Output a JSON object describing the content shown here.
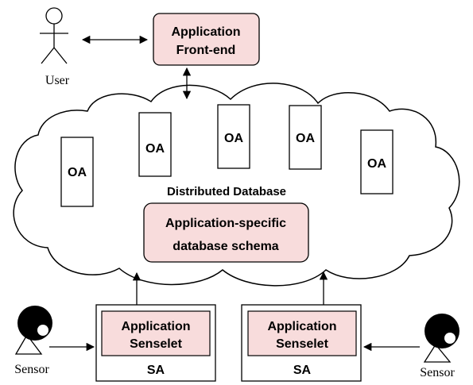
{
  "user": {
    "label": "User"
  },
  "front_end": {
    "line1": "Application",
    "line2": "Front-end"
  },
  "cloud": {
    "label": "Distributed Database"
  },
  "schema": {
    "line1": "Application-specific",
    "line2": "database schema"
  },
  "oa_boxes": [
    {
      "label": "OA"
    },
    {
      "label": "OA"
    },
    {
      "label": "OA"
    },
    {
      "label": "OA"
    },
    {
      "label": "OA"
    }
  ],
  "sa_left": {
    "line1": "Application",
    "line2": "Senselet",
    "label": "SA"
  },
  "sa_right": {
    "line1": "Application",
    "line2": "Senselet",
    "label": "SA"
  },
  "sensor_left": {
    "label": "Sensor"
  },
  "sensor_right": {
    "label": "Sensor"
  },
  "colors": {
    "highlight_fill": "#f8dcdc",
    "stroke": "#000000"
  }
}
